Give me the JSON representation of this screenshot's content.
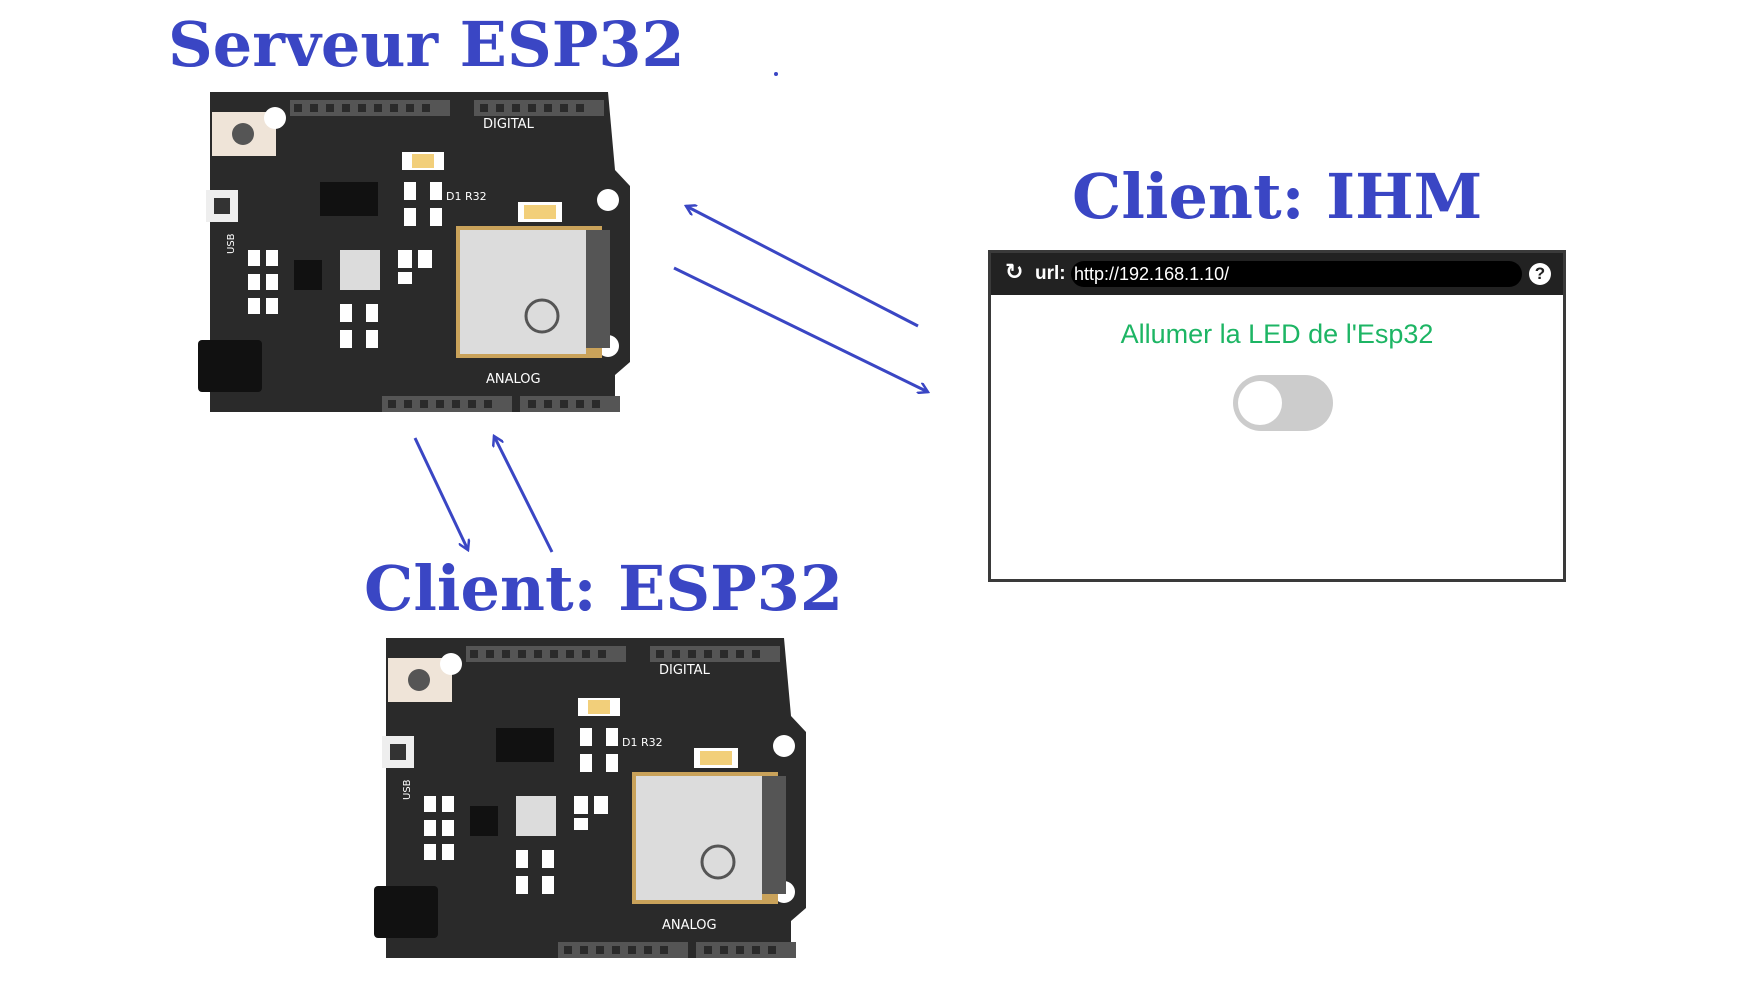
{
  "titles": {
    "server": "Serveur ESP32",
    "client_esp": "Client: ESP32",
    "client_ihm": "Client: IHM"
  },
  "board": {
    "digital_label": "DIGITAL",
    "analog_label": "ANALOG",
    "model_label": "D1 R32",
    "usb_label": "USB"
  },
  "browser": {
    "url_label": "url:",
    "url": "http://192.168.1.10/",
    "help_glyph": "?",
    "reload_glyph": "↻",
    "led_label": "Allumer la LED de l'Esp32",
    "toggle_on": false
  },
  "colors": {
    "title": "#3a46c4",
    "arrow": "#3a46c4",
    "label_green": "#1db564",
    "board": "#2a2a2a"
  }
}
